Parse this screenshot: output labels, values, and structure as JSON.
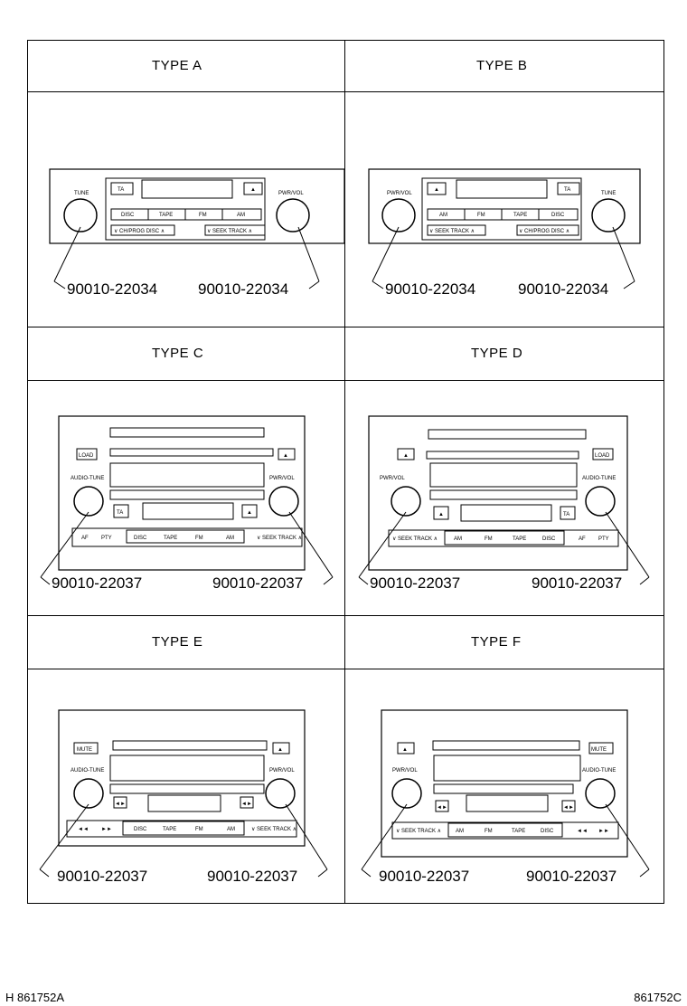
{
  "cells": [
    {
      "label": "TYPE A",
      "parts": [
        "90010-22034",
        "90010-22034"
      ],
      "knob_labels": [
        "TUNE",
        "PWR/VOL"
      ],
      "buttons": [
        "TA",
        "▲",
        "DISC",
        "TAPE",
        "FM",
        "AM",
        "∨ CH/PROG DISC ∧",
        "∨ SEEK TRACK ∧"
      ]
    },
    {
      "label": "TYPE B",
      "parts": [
        "90010-22034",
        "90010-22034"
      ],
      "knob_labels": [
        "PWR/VOL",
        "TUNE"
      ],
      "buttons": [
        "▲",
        "TA",
        "AM",
        "FM",
        "TAPE",
        "DISC",
        "∨ SEEK TRACK ∧",
        "∨ CH/PROG DISC ∧"
      ]
    },
    {
      "label": "TYPE C",
      "parts": [
        "90010-22037",
        "90010-22037"
      ],
      "knob_labels": [
        "AUDIO-TUNE",
        "PWR/VOL"
      ],
      "buttons": [
        "LOAD",
        "▲",
        "TA",
        "▲",
        "DISC",
        "TAPE",
        "FM",
        "AM",
        "AF",
        "PTY",
        "∨ SEEK TRACK ∧"
      ]
    },
    {
      "label": "TYPE D",
      "parts": [
        "90010-22037",
        "90010-22037"
      ],
      "knob_labels": [
        "PWR/VOL",
        "AUDIO-TUNE"
      ],
      "buttons": [
        "▲",
        "LOAD",
        "▲",
        "TA",
        "AM",
        "FM",
        "TAPE",
        "DISC",
        "AF",
        "PTY",
        "∨ SEEK TRACK ∧"
      ]
    },
    {
      "label": "TYPE E",
      "parts": [
        "90010-22037",
        "90010-22037"
      ],
      "knob_labels": [
        "AUDIO-TUNE",
        "PWR/VOL"
      ],
      "buttons": [
        "MUTE",
        "▲",
        "◄►",
        "◄►",
        "DISC",
        "TAPE",
        "FM",
        "AM",
        "◄◄",
        "►►",
        "∨ SEEK TRACK ∧"
      ]
    },
    {
      "label": "TYPE F",
      "parts": [
        "90010-22037",
        "90010-22037"
      ],
      "knob_labels": [
        "PWR/VOL",
        "AUDIO-TUNE"
      ],
      "buttons": [
        "▲",
        "MUTE",
        "◄►",
        "◄►",
        "AM",
        "FM",
        "TAPE",
        "DISC",
        "◄◄",
        "►►",
        "∨ SEEK TRACK ∧"
      ]
    }
  ],
  "footer": {
    "left": "H 861752A",
    "right": "861752C"
  }
}
